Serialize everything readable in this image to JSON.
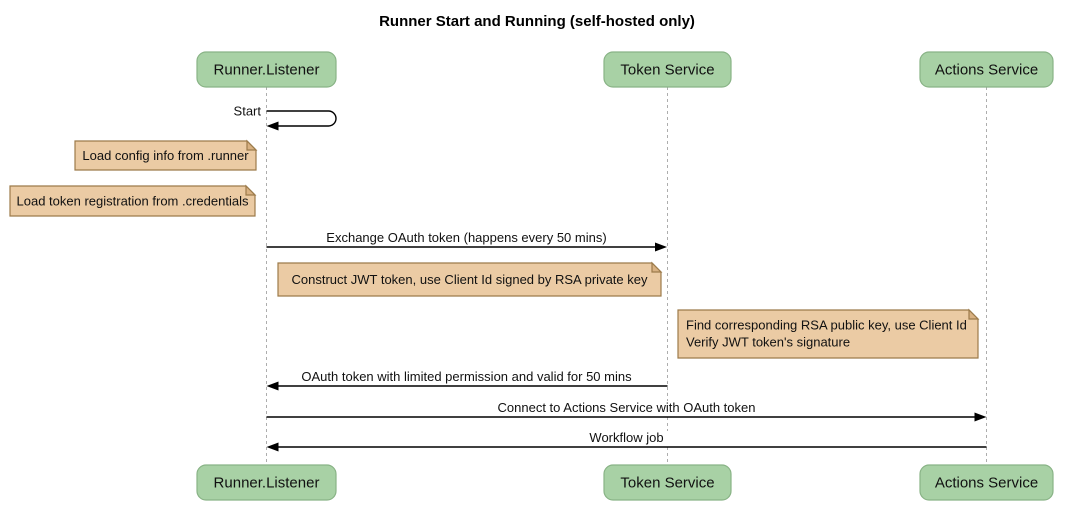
{
  "title": "Runner Start and Running (self-hosted only)",
  "participants": [
    {
      "label": "Runner.Listener"
    },
    {
      "label": "Token Service"
    },
    {
      "label": "Actions Service"
    }
  ],
  "messages": {
    "start": "Start",
    "exchange_oauth": "Exchange OAuth token (happens every 50 mins)",
    "oauth_return": "OAuth token with limited permission and valid for 50 mins",
    "connect": "Connect to Actions Service with OAuth token",
    "workflow_job": "Workflow job"
  },
  "notes": {
    "load_config": "Load config info from .runner",
    "load_token_registration": "Load token registration from .credentials",
    "construct_jwt": "Construct JWT token, use Client Id signed by RSA private key",
    "find_rsa_line1": "Find corresponding RSA public key, use Client Id",
    "find_rsa_line2": "Verify JWT token's signature"
  },
  "colors": {
    "participant_fill": "#A8D1A5",
    "participant_border": "#89B386",
    "note_fill": "#EBCBA4",
    "note_border": "#9C7B4B",
    "note_fold": "#D8B182",
    "lifeline": "#ADADAD",
    "message_line": "#000000",
    "background": "#FFFFFF"
  }
}
